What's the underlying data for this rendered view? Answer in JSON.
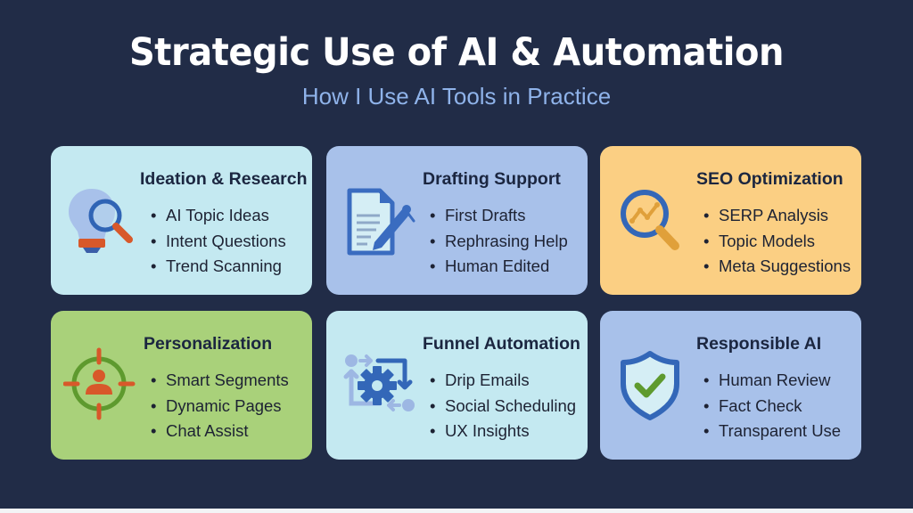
{
  "header": {
    "title": "Strategic Use of AI & Automation",
    "subtitle": "How I Use AI Tools in Practice"
  },
  "colors": {
    "background": "#212c47",
    "title": "#ffffff",
    "subtitle": "#8fb3ea"
  },
  "cards": [
    {
      "title": "Ideation & Research",
      "icon": "lightbulb-magnifier-icon",
      "background": "#c4e9f1",
      "items": [
        "AI Topic Ideas",
        "Intent Questions",
        "Trend Scanning"
      ]
    },
    {
      "title": "Drafting Support",
      "icon": "document-pen-icon",
      "background": "#a8c1ea",
      "items": [
        "First Drafts",
        "Rephrasing Help",
        "Human Edited"
      ]
    },
    {
      "title": "SEO Optimization",
      "icon": "magnifier-trend-icon",
      "background": "#fbcf83",
      "items": [
        "SERP Analysis",
        "Topic Models",
        "Meta Suggestions"
      ]
    },
    {
      "title": "Personalization",
      "icon": "target-user-icon",
      "background": "#a9d17a",
      "items": [
        "Smart Segments",
        "Dynamic Pages",
        "Chat Assist"
      ]
    },
    {
      "title": "Funnel Automation",
      "icon": "gear-cycle-icon",
      "background": "#c4e9f1",
      "items": [
        "Drip Emails",
        "Social Scheduling",
        "UX Insights"
      ]
    },
    {
      "title": "Responsible AI",
      "icon": "shield-check-icon",
      "background": "#a8c1ea",
      "items": [
        "Human Review",
        "Fact Check",
        "Transparent Use"
      ]
    }
  ]
}
